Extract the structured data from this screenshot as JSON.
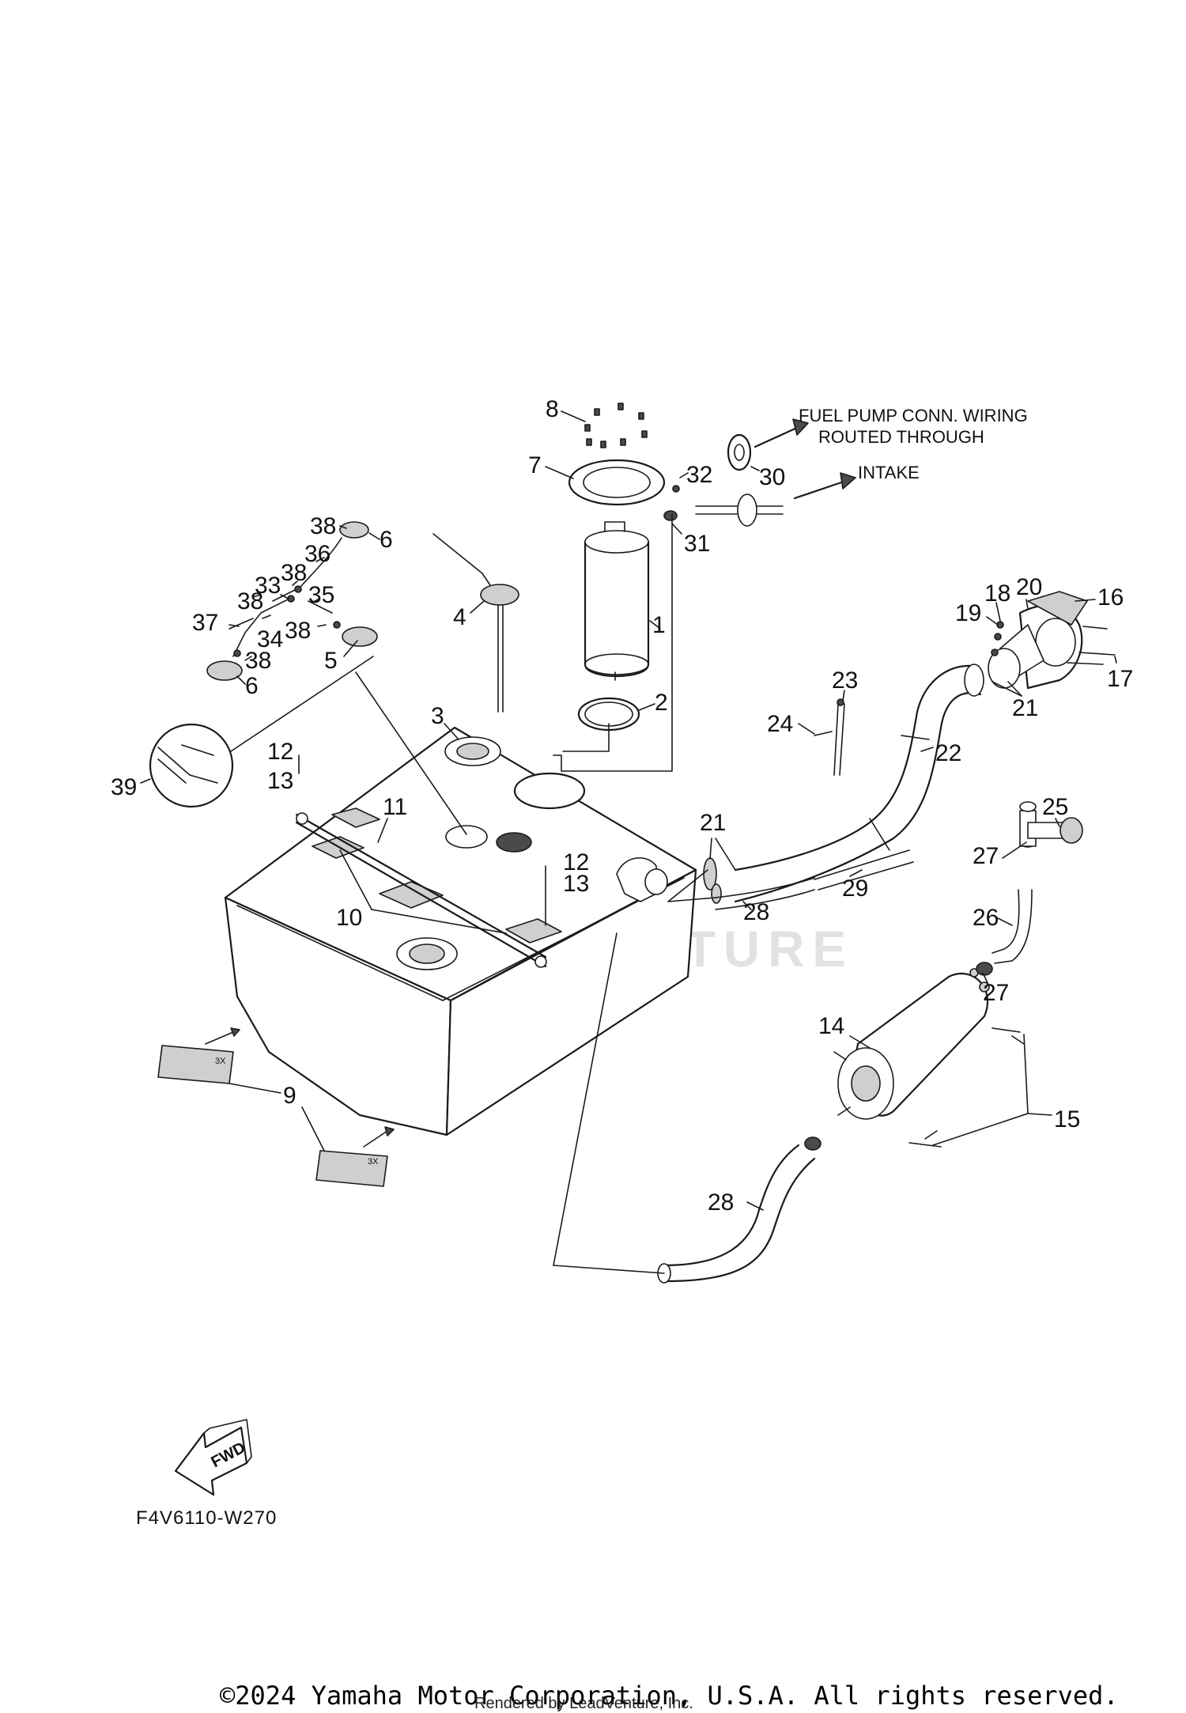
{
  "diagram": {
    "notes": {
      "wiring_line1": "FUEL PUMP CONN. WIRING",
      "wiring_line2": "ROUTED THROUGH",
      "intake": "INTAKE",
      "qty_3x": "3X",
      "fwd": "FWD"
    },
    "callouts": [
      "1",
      "2",
      "3",
      "4",
      "5",
      "6",
      "7",
      "8",
      "9",
      "10",
      "11",
      "12",
      "13",
      "14",
      "15",
      "16",
      "17",
      "18",
      "19",
      "20",
      "21",
      "22",
      "23",
      "24",
      "25",
      "26",
      "27",
      "28",
      "29",
      "30",
      "31",
      "32",
      "33",
      "34",
      "35",
      "36",
      "37",
      "38",
      "39"
    ],
    "watermark": "LEADVENTURE",
    "diagram_code": "F4V6110-W270"
  },
  "footer": {
    "copyright": "©2024 Yamaha Motor Corporation, U.S.A. All rights reserved.",
    "rendered_by": "Rendered by LeadVenture, Inc."
  }
}
